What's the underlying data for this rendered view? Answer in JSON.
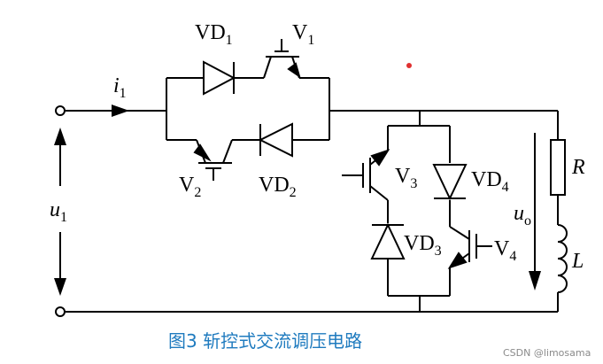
{
  "labels": {
    "vd1": {
      "main": "VD",
      "sub": "1"
    },
    "v1": {
      "main": "V",
      "sub": "1"
    },
    "v2": {
      "main": "V",
      "sub": "2"
    },
    "vd2": {
      "main": "VD",
      "sub": "2"
    },
    "i1": {
      "main": "i",
      "sub": "1"
    },
    "u1": {
      "main": "u",
      "sub": "1"
    },
    "v3": {
      "main": "V",
      "sub": "3"
    },
    "vd4": {
      "main": "VD",
      "sub": "4"
    },
    "vd3": {
      "main": "VD",
      "sub": "3"
    },
    "v4": {
      "main": "V",
      "sub": "4"
    },
    "uo": {
      "main": "u",
      "sub": "o"
    },
    "r": "R",
    "l": "L"
  },
  "caption": "图3  斩控式交流调压电路",
  "watermark": "CSDN @limosama",
  "colors": {
    "wire": "#000000",
    "caption": "#1f7bbf",
    "marker": "#e03030",
    "watermark": "#8a8a8a"
  }
}
